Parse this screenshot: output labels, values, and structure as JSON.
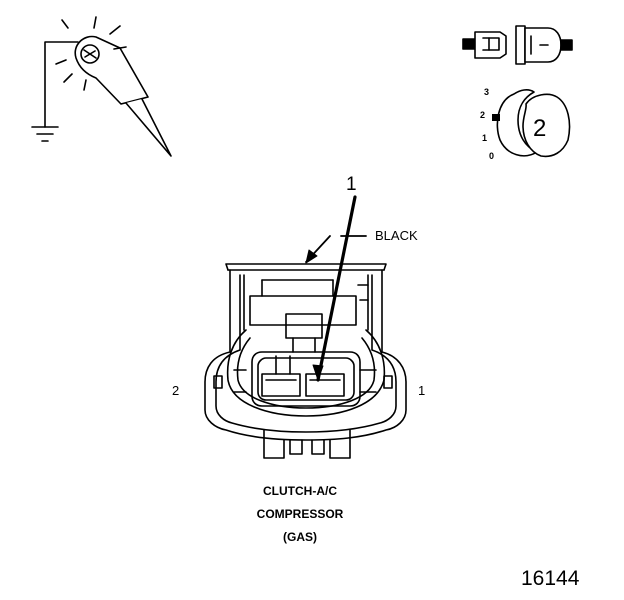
{
  "callout": {
    "number": "1"
  },
  "wire_color": "BLACK",
  "pins": {
    "left": "2",
    "right": "1"
  },
  "caption": {
    "line1": "CLUTCH-A/C",
    "line2": "COMPRESSOR",
    "line3": "(GAS)"
  },
  "figure_number": "16144",
  "dial": {
    "scale": [
      "3",
      "2",
      "1",
      "0"
    ],
    "selected": "2"
  },
  "icons": [
    "test-probe-icon",
    "ground-symbol-icon",
    "connector-plug-icon",
    "selector-dial-icon"
  ],
  "colors": {
    "line": "#000000",
    "fill": "#ffffff",
    "shade": "#cccccc"
  }
}
